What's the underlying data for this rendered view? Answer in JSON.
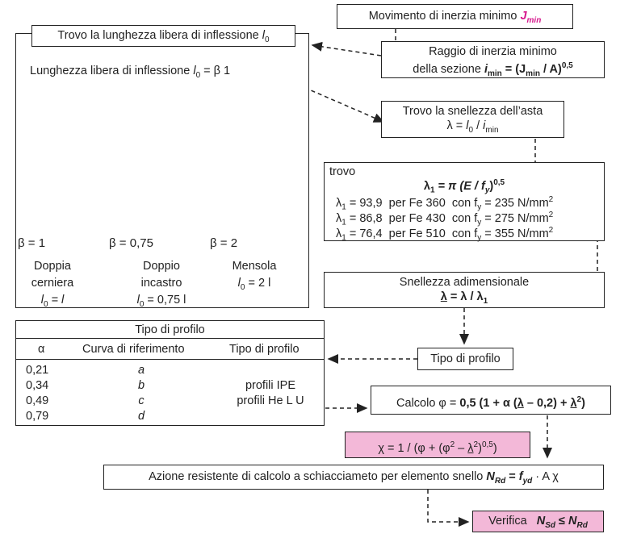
{
  "box_jmin": {
    "text": "Movimento di inerzia minimo ",
    "sym": "J",
    "sub": "min"
  },
  "box_raggio": {
    "line1": "Raggio di inerzia minimo",
    "line2a": "della sezione ",
    "sym": "i",
    "sub": "min",
    "eq": " = (J",
    "eqsub": "min",
    "tail": " / A)",
    "exp": "0,5"
  },
  "box_trovo_l0": {
    "text": "Trovo la lunghezza libera di inflessione ",
    "sym": "l",
    "sub": "0"
  },
  "lunghezza_label": {
    "text": "Lunghezza libera di inflessione ",
    "sym": "l",
    "sub": "0",
    "tail": " = β 1"
  },
  "cases": [
    {
      "beta": "β = 1",
      "name1": "Doppia",
      "name2": "cerniera",
      "eq_sym": "l",
      "eq_sub": "0",
      "eq_tail": " = l"
    },
    {
      "beta": "β = 0,75",
      "name1": "Doppio",
      "name2": "incastro",
      "eq_sym": "l",
      "eq_sub": "0",
      "eq_tail": " = 0,75 l"
    },
    {
      "beta": "β = 2",
      "name1": "Mensola",
      "name2": "",
      "eq_sym": "l",
      "eq_sub": "0",
      "eq_tail": " = 2 l"
    }
  ],
  "box_snellezza": {
    "line1": "Trovo la snellezza dell’asta",
    "l2a": "λ = ",
    "sym": "l",
    "sub": "0",
    "l2b": " / ",
    "sym2": "i",
    "sub2": "min"
  },
  "box_trovo_lambda": {
    "head": "trovo",
    "formula": "λ",
    "formula_sub": "1",
    "formula_eq": " = π (E / f",
    "formula_fsub": "y",
    "formula_tail": ")",
    "formula_exp": "0,5",
    "rows": [
      {
        "lam": "λ",
        "sub": "1",
        "val": " = 93,9",
        "steel": "per Fe 360",
        "con": "con f",
        "fsub": "y",
        "res": " = 235 N/mm",
        "exp": "2"
      },
      {
        "lam": "λ",
        "sub": "1",
        "val": " = 86,8",
        "steel": "per Fe 430",
        "con": "con f",
        "fsub": "y",
        "res": " = 275 N/mm",
        "exp": "2"
      },
      {
        "lam": "λ",
        "sub": "1",
        "val": " = 76,4",
        "steel": "per Fe 510",
        "con": "con f",
        "fsub": "y",
        "res": " = 355 N/mm",
        "exp": "2"
      }
    ]
  },
  "box_adim": {
    "line1": "Snellezza adimensionale",
    "l2a": "λ",
    "l2b": " = λ / λ",
    "sub": "1"
  },
  "profile_table": {
    "title": "Tipo di profilo",
    "headers": [
      "α",
      "Curva di riferimento",
      "Tipo di profilo"
    ],
    "alphas": [
      "0,21",
      "0,34",
      "0,49",
      "0,79"
    ],
    "curves": [
      "a",
      "b",
      "c",
      "d"
    ],
    "types": [
      "profili IPE",
      "profili He L U"
    ]
  },
  "box_tipo": {
    "text": "Tipo di profilo"
  },
  "box_calcolo": {
    "a": "Calcolo φ = ",
    "b": "0,5 (1 + α (",
    "lam": "λ",
    "c": " – 0,2) + ",
    "lam2": "λ",
    "exp": "2",
    "d": ")"
  },
  "box_chi": {
    "a": "χ = 1 / (φ + (φ",
    "exp1": "2",
    "b": " – ",
    "lam": "λ",
    "exp2": "2",
    "c": ")",
    "exp3": "0,5",
    "d": ")"
  },
  "box_azione": {
    "a": "Azione resistente di calcolo a schiacciameto per elemento snello ",
    "n": "N",
    "nsub": "Rd",
    "eq": " = ",
    "f": "f",
    "fsub": "yd",
    "tail": " · A χ"
  },
  "box_verifica": {
    "a": "Verifica",
    "n1": "N",
    "n1sub": "Sd",
    "op": " ≤ ",
    "n2": "N",
    "n2sub": "Rd"
  },
  "colors": {
    "magenta": "#d6178c",
    "pink_fill": "#f3b8d8",
    "line": "#222222"
  }
}
